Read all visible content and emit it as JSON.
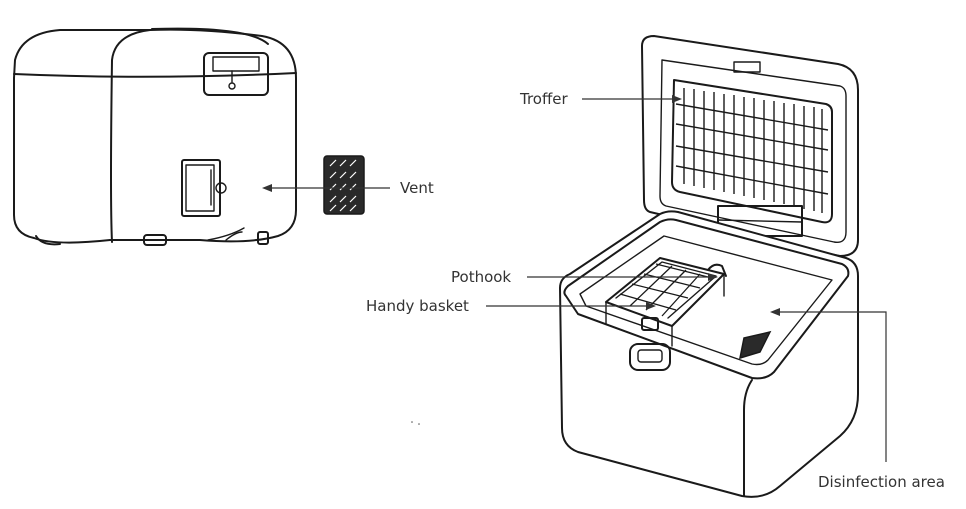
{
  "labels": {
    "vent": "Vent",
    "troffer": "Troffer",
    "pothook": "Pothook",
    "handy_basket": "Handy basket",
    "disinfection_area": "Disinfection area"
  }
}
